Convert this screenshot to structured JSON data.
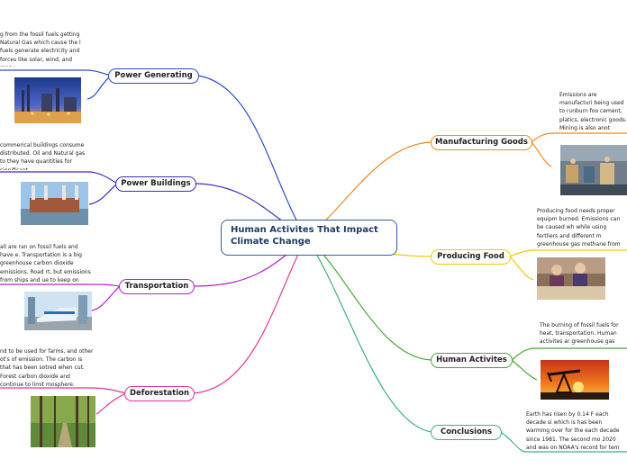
{
  "central": {
    "title": "Human Activites That Impact Climate Change"
  },
  "branches": {
    "power_generating": {
      "label": "Power Generating",
      "text": "g from the fossil fuels getting Natural Gas which cause the l fuels generate electricity and forces like solar, wind, and many",
      "color": "#2e4ec7"
    },
    "power_buildings": {
      "label": "Power Buildings",
      "text": "commerical buildings consume distributed. Oil and Natural gas to they have quantities for significant",
      "color": "#3a2fc0"
    },
    "transportation": {
      "label": "Transportation",
      "text": "all are ran on fossil fuels and have e. Transportation is a big greenhouse carbon dioxide emissions. Road rt, but emissions from ships and ue to keep on growing.",
      "color": "#b820c8"
    },
    "deforestation": {
      "label": "Deforestation",
      "text": "nd to be used for farms, and other ot's of emission. The carbon is that has been sotred when cut. Forest carbon dioxide and continue to limit mosphere.",
      "color": "#e0359a"
    },
    "manufacturing_goods": {
      "label": "Manufacturing Goods",
      "text": "Emissions are manufacturi being used to runburn foo cement, platics, electronic goods. Mining is also anot gasses from all the machin",
      "color": "#f08a1c"
    },
    "producing_food": {
      "label": "Producing Food",
      "text": "Producing food needs proper equipm burned. Emissions can be caused wh while using fertliers and different m greenhouse gas methane from cattl release from packaging and distribu",
      "color": "#f2c80f"
    },
    "human_activites": {
      "label": "Human Activites",
      "text": "The burning of fossil fuels for heat, transportation. Human activites ar greenhouse gas emissions.",
      "color": "#46a832"
    },
    "conclusions": {
      "label": "Conclusions",
      "text": "Earth has risen by 0.14 F each decade si which is has been warming over for the each decade since 1981. The second mo 2020 and was on NOAA's record for tem were it records warm land areas.",
      "color": "#3fb27a"
    }
  }
}
